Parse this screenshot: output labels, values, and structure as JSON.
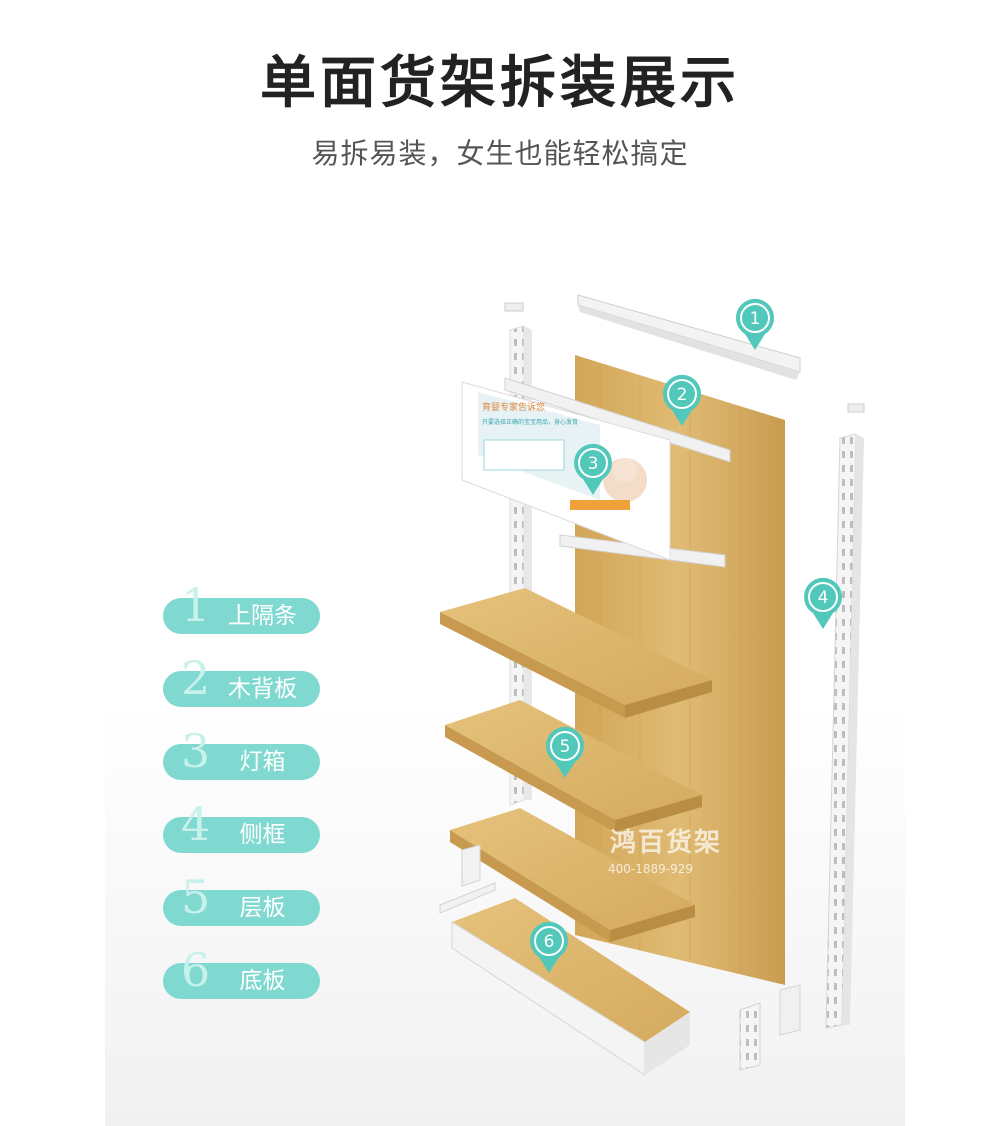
{
  "header": {
    "title": "单面货架拆装展示",
    "subtitle": "易拆易装，女生也能轻松搞定"
  },
  "legend": [
    {
      "num": "1",
      "label": "上隔条"
    },
    {
      "num": "2",
      "label": "木背板"
    },
    {
      "num": "3",
      "label": "灯箱"
    },
    {
      "num": "4",
      "label": "侧框"
    },
    {
      "num": "5",
      "label": "层板"
    },
    {
      "num": "6",
      "label": "底板"
    }
  ],
  "markers": [
    "1",
    "2",
    "3",
    "4",
    "5",
    "6"
  ],
  "lightbox": {
    "headline": "育婴专家告诉您",
    "subline": "只要选择正确的宝宝用品，身心发育"
  },
  "watermark": {
    "brand": "鸿百货架",
    "phone": "400-1889-929"
  },
  "colors": {
    "accent": "#4fc7b8",
    "pill": "#7fd9d0",
    "wood": "#d8b168",
    "frame": "#f4f4f4"
  }
}
